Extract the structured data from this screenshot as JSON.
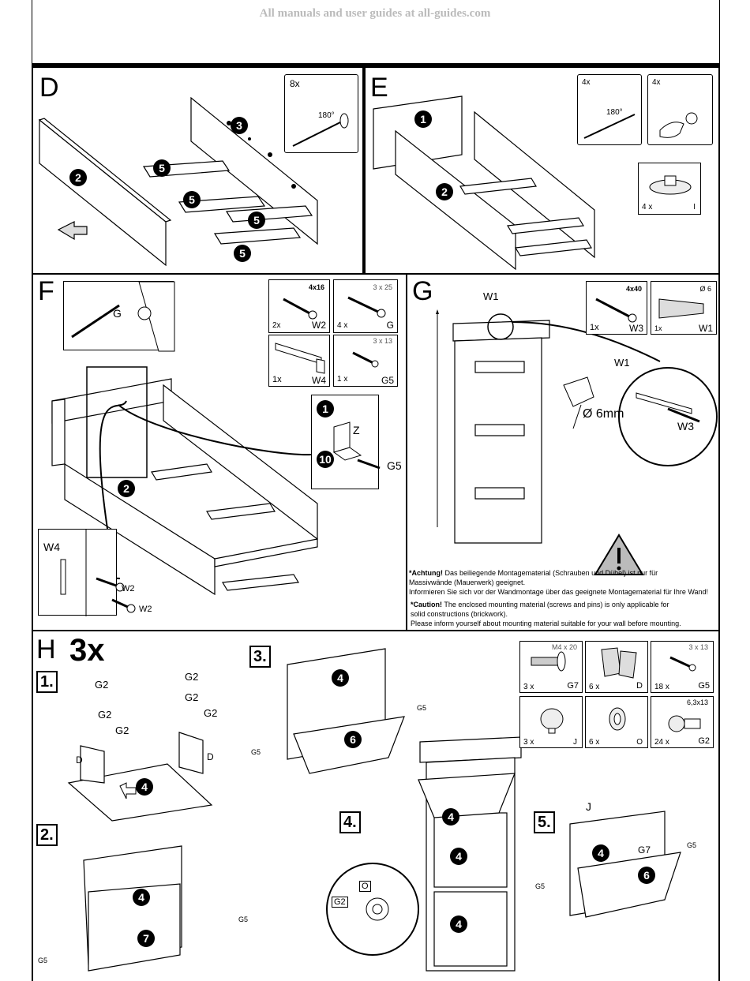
{
  "banner": "All manuals and user guides at all-guides.com",
  "sections": {
    "D": "D",
    "E": "E",
    "F": "F",
    "G": "G",
    "H": "H"
  },
  "h_multiplier": "3x",
  "d": {
    "parts": [
      "2",
      "3",
      "5",
      "5",
      "5",
      "5"
    ],
    "detail_qty": "8x",
    "detail_angle": "180°"
  },
  "e": {
    "parts": [
      "1",
      "2"
    ],
    "detail1_qty": "4x",
    "detail1_angle": "180°",
    "detail2_qty": "4x",
    "pad_qty": "4 x",
    "pad_code": "I"
  },
  "f": {
    "parts": [
      "2",
      "1",
      "10"
    ],
    "detail_g": "G",
    "w4": "W4",
    "w2a": "W2",
    "w2b": "W2",
    "z": "Z",
    "g5": "G5",
    "hardware": [
      {
        "size": "4x16",
        "qty": "2x",
        "code": "W2"
      },
      {
        "size": "3 x 25",
        "qty": "4 x",
        "code": "G"
      },
      {
        "size": "",
        "qty": "1x",
        "code": "W4"
      },
      {
        "size": "3 x 13",
        "qty": "1 x",
        "code": "G5"
      }
    ]
  },
  "g": {
    "w1_top": "W1",
    "w1_mid": "W1",
    "w3": "W3",
    "drill": "Ø 6mm",
    "hardware": [
      {
        "size": "4x40",
        "qty": "1x",
        "code": "W3"
      },
      {
        "size": "Ø 6",
        "qty": "1x",
        "code": "W1"
      }
    ],
    "warning_de_title": "*Achtung!",
    "warning_de_line1": " Das beiliegende Montagematerial (Schrauben und Dübel) ist nur für",
    "warning_de_line2": "Massivwände (Mauerwerk) geeignet.",
    "warning_de_line3": "Informieren Sie sich vor der Wandmontage über das geeignete Montagematerial für Ihre Wand!",
    "warning_en_title": "*Caution!",
    "warning_en_line1": " The enclosed mounting material (screws and pins) is only applicable for",
    "warning_en_line2": "solid constructions (brickwork).",
    "warning_en_line3": "Please inform yourself about mounting material suitable for your wall before mounting."
  },
  "h": {
    "steps": [
      "1.",
      "2.",
      "3.",
      "4.",
      "5."
    ],
    "step1": {
      "g2": [
        "G2",
        "G2",
        "G2",
        "G2",
        "G2",
        "G2"
      ],
      "d": [
        "D",
        "D"
      ],
      "part": "4"
    },
    "step2": {
      "parts": [
        "4",
        "7"
      ],
      "g5": [
        "G5",
        "G5"
      ]
    },
    "step3": {
      "parts": [
        "4",
        "6"
      ],
      "g5": [
        "G5",
        "G5"
      ]
    },
    "step4": {
      "parts": [
        "4",
        "4",
        "4"
      ],
      "o": "O",
      "g2": "G2"
    },
    "step5": {
      "parts": [
        "4",
        "6"
      ],
      "j": "J",
      "g7": "G7",
      "g5": [
        "G5",
        "G5"
      ]
    },
    "hardware": [
      {
        "size": "M4 x 20",
        "qty": "3 x",
        "code": "G7"
      },
      {
        "size": "",
        "qty": "6 x",
        "code": "D"
      },
      {
        "size": "3 x 13",
        "qty": "18 x",
        "code": "G5"
      },
      {
        "size": "",
        "qty": "3 x",
        "code": "J"
      },
      {
        "size": "",
        "qty": "6 x",
        "code": "O"
      },
      {
        "size": "6,3x13",
        "qty": "24 x",
        "code": "G2"
      }
    ]
  }
}
